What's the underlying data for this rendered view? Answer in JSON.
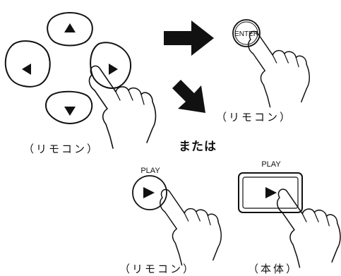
{
  "labels": {
    "remote_caption_dpad": "（リモコン）",
    "remote_caption_enter": "（リモコン）",
    "remote_caption_play": "（リモコン）",
    "unit_caption_play": "（本体）",
    "or_text": "または",
    "enter_text": "ENTER",
    "play_remote_text": "PLAY",
    "play_unit_text": "PLAY"
  },
  "icons": {
    "dpad": "directional-pad-icon",
    "arrow_up": "triangle-up-icon",
    "arrow_down": "triangle-down-icon",
    "arrow_left": "triangle-left-icon",
    "arrow_right": "triangle-right-icon",
    "arrow_right_big": "big-right-arrow-icon",
    "arrow_down_right_big": "big-down-right-arrow-icon",
    "play_remote": "play-triangle-icon",
    "play_unit": "play-triangle-icon",
    "hand": "pointing-hand-icon"
  }
}
